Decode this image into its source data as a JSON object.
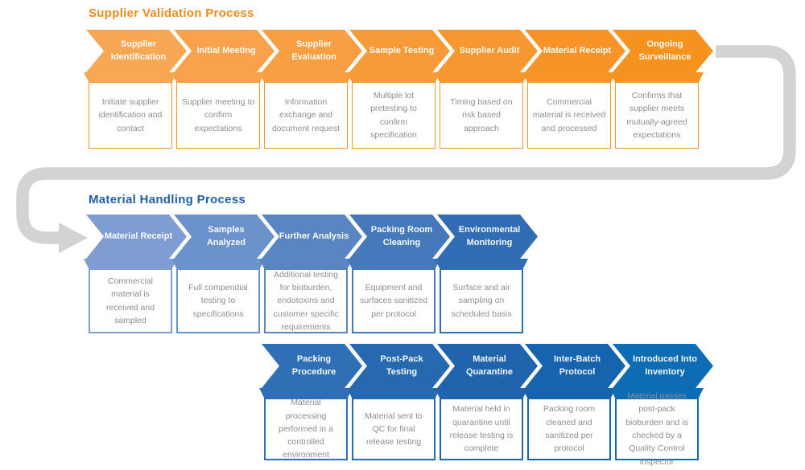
{
  "page": {
    "background": "#FFFFFF"
  },
  "connector": {
    "color": "#D3D3D3"
  },
  "card_text_color": "#8E8E8E",
  "supplier_process": {
    "title": "Supplier Validation Process",
    "title_color": "#EF8A1D",
    "border_color": "#F6921E",
    "steps": [
      {
        "label": "Supplier Identification",
        "description": "Initiate supplier identification and contact",
        "color": "#F8A855"
      },
      {
        "label": "Initial Meeting",
        "description": "Supplier meeting to confirm expectations",
        "color": "#F8A34B"
      },
      {
        "label": "Supplier Evaluation",
        "description": "Information exchange and document request",
        "color": "#F79F42"
      },
      {
        "label": "Sample Testing",
        "description": "Multiple lot pretesting to confirm specification",
        "color": "#F79B39"
      },
      {
        "label": "Supplier Audit",
        "description": "Timing based on risk based approach",
        "color": "#F69730"
      },
      {
        "label": "Material Receipt",
        "description": "Commercial material is received and processed",
        "color": "#F69427"
      },
      {
        "label": "Ongoing Surveillance",
        "description": "Confirms that supplier meets mutually-agreed expectations",
        "color": "#F6921E"
      }
    ]
  },
  "material_process": {
    "title": "Material Handling Process",
    "title_color": "#1F5FA9",
    "row1": [
      {
        "label": "Material Receipt",
        "description": "Commercial material is received and sampled",
        "color": "#7F9DD3"
      },
      {
        "label": "Samples Analyzed",
        "description": "Full compendial testing to specifications",
        "color": "#6C92CB"
      },
      {
        "label": "Further Analysis",
        "description": "Additional testing for bioburden, endotoxins and customer specific requirements",
        "color": "#5986C3"
      },
      {
        "label": "Packing Room Cleaning",
        "description": "Equipment and surfaces sanitized per protocol",
        "color": "#4579BC"
      },
      {
        "label": "Environmental Monitoring",
        "description": "Surface and air sampling on scheduled basis",
        "color": "#316DB4"
      }
    ],
    "row2": [
      {
        "label": "Packing Procedure",
        "description": "Material processing performed in a controlled environment",
        "color": "#2F6FB6"
      },
      {
        "label": "Post-Pack Testing",
        "description": "Material sent to QC for final release testing",
        "color": "#2769B1"
      },
      {
        "label": "Material Quarantine",
        "description": "Material held in quarantine until release testing is complete",
        "color": "#1F64AC"
      },
      {
        "label": "Inter-Batch Protocol",
        "description": "Packing room cleaned and sanitized per protocol",
        "color": "#1763AD"
      },
      {
        "label": "Introduced Into Inventory",
        "description": "Material passes post-pack bioburden and is checked by a Quality Control inspector",
        "color": "#0E6CB5"
      }
    ]
  }
}
